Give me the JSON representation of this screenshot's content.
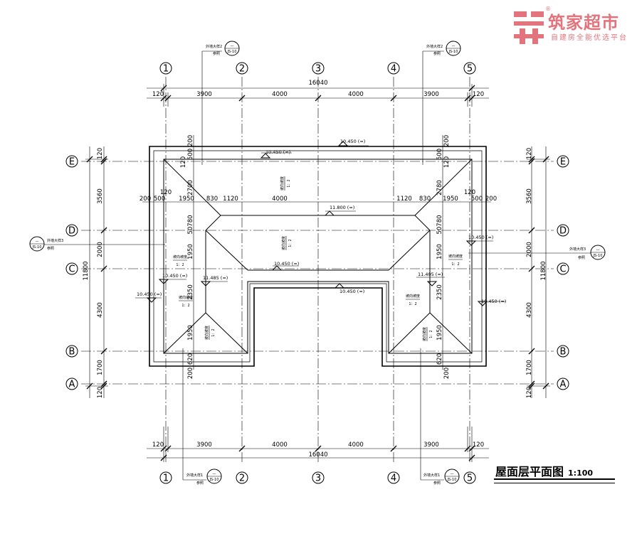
{
  "logo": {
    "name": "筑家超市",
    "tagline": "自建房全能优选平台",
    "registered_mark": "®",
    "color": "#e1747c"
  },
  "drawing": {
    "title": "屋面层平面图",
    "scale": "1:100"
  },
  "grid_axes": {
    "vertical": [
      "1",
      "2",
      "3",
      "4",
      "5"
    ],
    "horizontal": [
      "E",
      "D",
      "C",
      "B",
      "A"
    ]
  },
  "dimensions": {
    "top_total": "16040",
    "top_segments": [
      "120",
      "3900",
      "4000",
      "4000",
      "3900",
      "120"
    ],
    "bottom_total": "16040",
    "bottom_segments": [
      "120",
      "3900",
      "4000",
      "4000",
      "3900",
      "120"
    ],
    "left_total": "11800",
    "left_segments": [
      "120",
      "3560",
      "2000",
      "4300",
      "1700",
      "120"
    ],
    "right_total": "11800",
    "right_segments": [
      "120",
      "3560",
      "2000",
      "4300",
      "1700",
      "120"
    ],
    "inner_top_row": [
      "200",
      "500",
      "1950",
      "830",
      "1120",
      "4000",
      "1120",
      "830",
      "1950",
      "500",
      "200"
    ],
    "inner_top_120": "120",
    "eave_200": "200",
    "eave_500": "500",
    "eave_120": "120",
    "v_2700": "2700",
    "v_2780": "2780",
    "v_50780": "50780",
    "v_1950": "1950",
    "v_2350": "2350",
    "v_620": "620"
  },
  "elevations": {
    "ridge_top": "10.450 (≈)",
    "ridge_top_left": "10.450 (≈)",
    "ridge_main": "11.800 (≈)",
    "center_mid": "10.450 (≈)",
    "center_court": "10.450 (≈)",
    "left_mid": "10.450 (≈)",
    "left_low": "10.450 (≈)",
    "left_hip": "11.485 (≈)",
    "right_hip": "11.405 (≈)",
    "right_upper": "10.450 (≈)",
    "right_low": "10.450 (≈)"
  },
  "slope_notes": {
    "label": "坡向坡度",
    "ratio": "1：2"
  },
  "detail_refs": {
    "label": "外墙大样",
    "see": "参照",
    "sheet": "JS-10",
    "dash": "—",
    "ref1": "外墙大样1",
    "ref2": "外墙大样2",
    "ref3": "外墙大样3"
  }
}
